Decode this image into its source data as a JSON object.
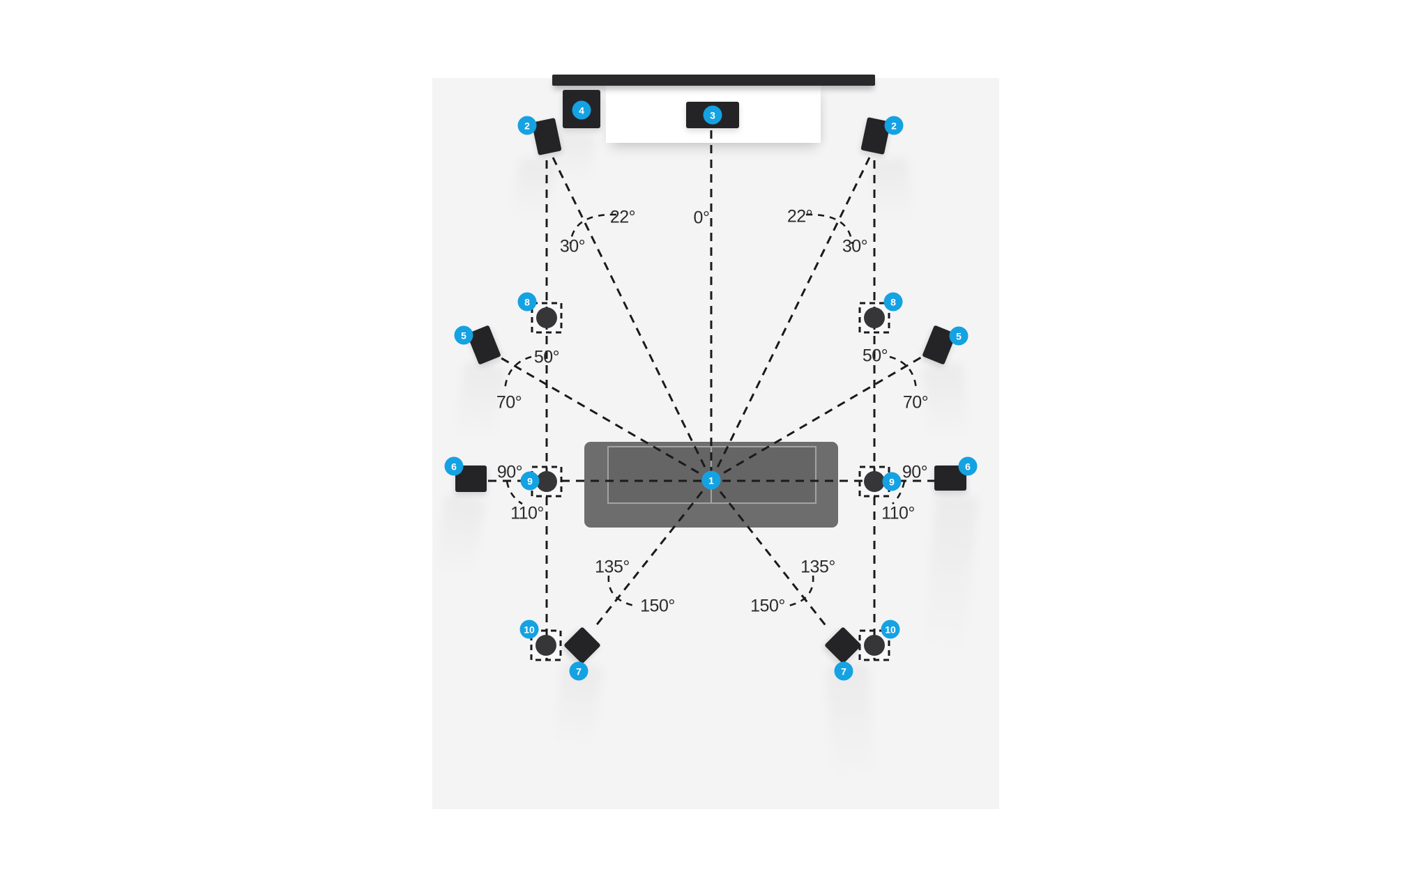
{
  "colors": {
    "badge": "#14a2e2",
    "line": "#1a1a1c",
    "speaker": "#242427",
    "stand": "#b5b5b7",
    "panel": "#f4f4f5",
    "page": "#ffffff",
    "couch": "#6d6d6d",
    "seat": "#656565",
    "trim": "#a3a3a3",
    "tv": "#29292c",
    "console": "#ffffff",
    "ltext": "#2b2b2d",
    "hcircle": "#363639",
    "hsquare": "#f8f8f9"
  },
  "speakers": {
    "listening_position": {
      "number": "1"
    },
    "front_left": {
      "number": "2"
    },
    "front_right": {
      "number": "2"
    },
    "center": {
      "number": "3"
    },
    "subwoofer": {
      "number": "4"
    },
    "front_wide_left": {
      "number": "5"
    },
    "front_wide_right": {
      "number": "5"
    },
    "surround_left": {
      "number": "6"
    },
    "surround_right": {
      "number": "6"
    },
    "rear_left": {
      "number": "7"
    },
    "rear_right": {
      "number": "7"
    },
    "top_front_left": {
      "number": "8"
    },
    "top_front_right": {
      "number": "8"
    },
    "top_middle_left": {
      "number": "9"
    },
    "top_middle_right": {
      "number": "9"
    },
    "top_rear_left": {
      "number": "10"
    },
    "top_rear_right": {
      "number": "10"
    }
  },
  "angle_labels": {
    "deg0": "0°",
    "deg22": "22°",
    "deg30": "30°",
    "deg50": "50°",
    "deg70": "70°",
    "deg90": "90°",
    "deg110": "110°",
    "deg135": "135°",
    "deg150": "150°"
  }
}
